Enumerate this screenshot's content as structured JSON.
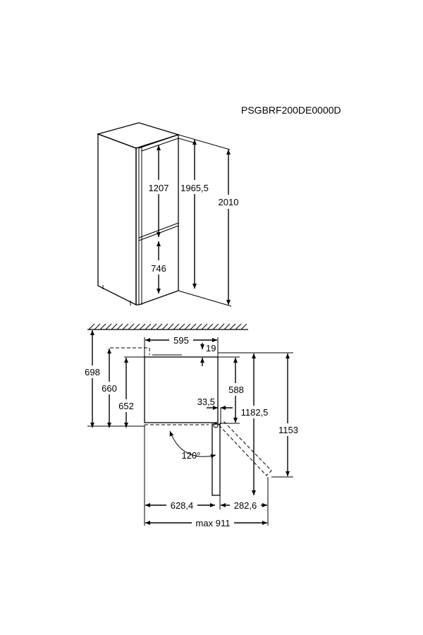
{
  "model_code": "PSGBRF200DE0000D",
  "side_view": {
    "fridge_door_height": "1207",
    "freezer_door_height": "746",
    "body_height": "1965,5",
    "total_height": "2010"
  },
  "top_view": {
    "depth_with_clearance": "698",
    "depth_with_door": "660",
    "body_depth": "652",
    "width": "595",
    "rear_gap": "19",
    "door_width": "588",
    "hinge_offset": "33,5",
    "door_open_angle": "120°",
    "diagonal_with_door": "1182,5",
    "max_depth_door_open": "1153",
    "width_body_side": "628,4",
    "width_door_side": "282,6",
    "max_width_door_open": "max 911"
  }
}
